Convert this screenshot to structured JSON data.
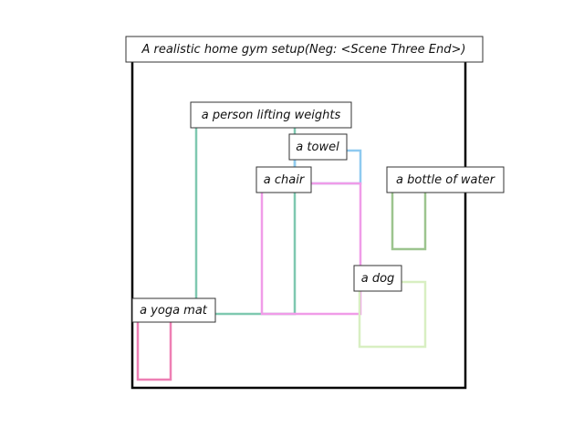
{
  "title": "A realistic home gym setup(Neg: <Scene Three End>)",
  "frame_color": "#000000",
  "regions": [
    {
      "id": "person",
      "label": "a person lifting weights",
      "color": "#7ec8b0"
    },
    {
      "id": "towel",
      "label": "a towel",
      "color": "#8fcaf0"
    },
    {
      "id": "chair",
      "label": "a chair",
      "color": "#f09ce8"
    },
    {
      "id": "water",
      "label": "a bottle of water",
      "color": "#9cc48e"
    },
    {
      "id": "dog",
      "label": "a dog",
      "color": "#d8efc2"
    },
    {
      "id": "mat",
      "label": "a yoga mat",
      "color": "#ee7fb4"
    }
  ]
}
